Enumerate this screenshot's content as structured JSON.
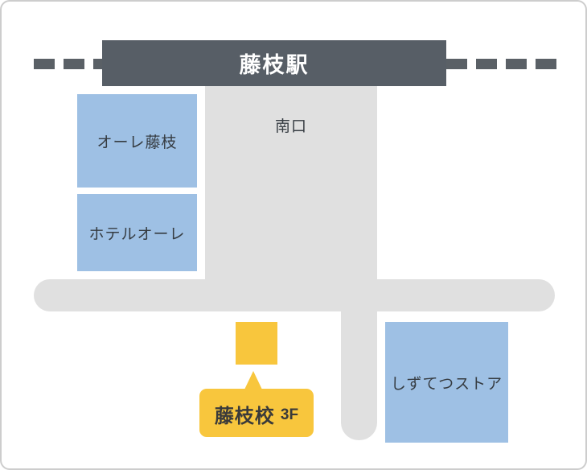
{
  "map": {
    "station": {
      "label": "藤枝駅"
    },
    "south_exit_label": "南口",
    "buildings": [
      {
        "id": "ole-fujieda",
        "label": "オーレ藤枝"
      },
      {
        "id": "hotel-ole",
        "label": "ホテルオーレ"
      },
      {
        "id": "shizutetsu-store",
        "label": "しずてつストア"
      }
    ],
    "destination": {
      "name": "藤枝校",
      "floor": "3F"
    },
    "colors": {
      "station": "#575E66",
      "railway": "#5A6066",
      "road": "#E0E0E0",
      "building": "#9EC0E4",
      "accent": "#F8C63D",
      "label_text": "#363C42",
      "station_text": "#FFFFFF"
    }
  }
}
